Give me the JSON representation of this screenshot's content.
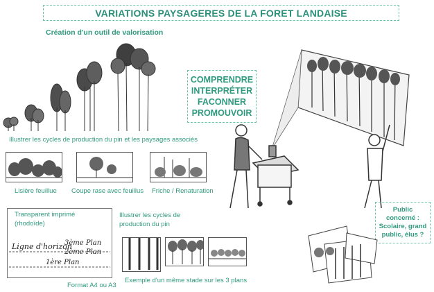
{
  "title": "VARIATIONS PAYSAGERES DE LA FORET LANDAISE",
  "subtitle": "Création d'un outil de valorisation",
  "verbs": [
    "COMPRENDRE",
    "INTERPRÉTER",
    "FACONNER",
    "PROMOUVOIR"
  ],
  "cycles_caption": "Illustrer les cycles de production du pin et les paysages associés",
  "landscapes": [
    {
      "label": "Lisière feuillue"
    },
    {
      "label": "Coupe rase avec feuillus"
    },
    {
      "label": "Friche / Renaturation"
    }
  ],
  "transparent": {
    "title_line1": "Transparent imprimé",
    "title_line2": "(rhodoïde)",
    "handwriting": {
      "horizon": "Ligne d'horizon",
      "plan3": "3ème Plan",
      "plan2": "2ème Plan",
      "plan1": "1ère Plan"
    },
    "format": "Format A4 ou A3"
  },
  "cycles_plan": {
    "line1": "Illustrer les cycles de",
    "line2": "production du pin",
    "caption": "Exemple d'un même stade sur les 3 plans"
  },
  "public": {
    "line1": "Public",
    "line2": "concerné :",
    "line3": "Scolaire, grand",
    "line4": "public, élus ?"
  },
  "colors": {
    "accent": "#2f9a7e",
    "border": "#6cc3a6",
    "ink": "#333333"
  }
}
